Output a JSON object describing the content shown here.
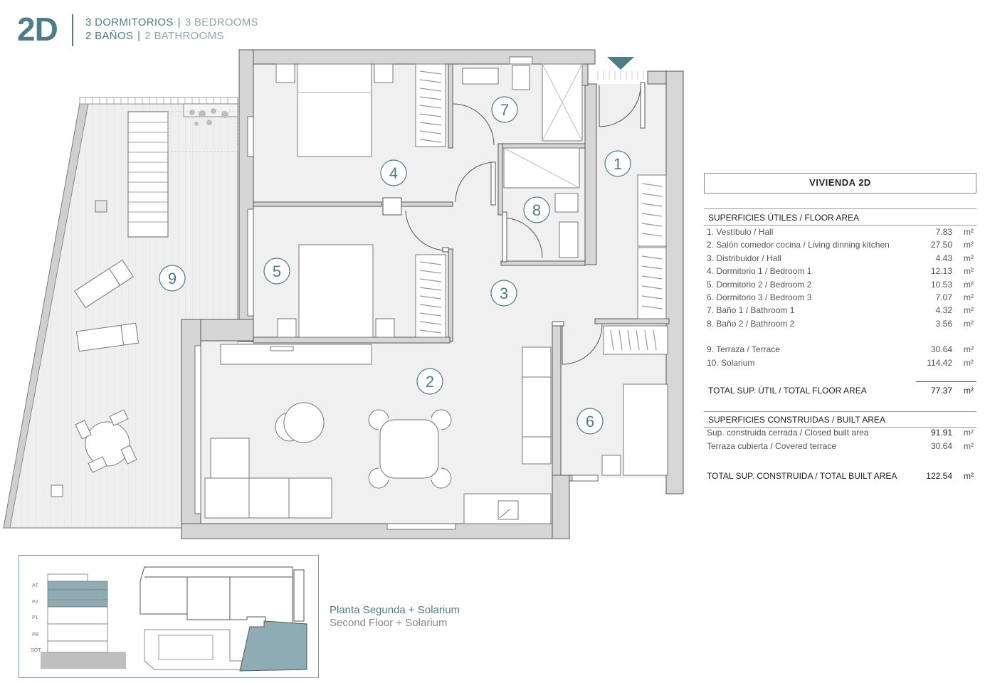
{
  "header": {
    "unit_code": "2D",
    "line1_es": "3 DORMITORIOS",
    "line1_en": "3 BEDROOMS",
    "line2_es": "2 BAÑOS",
    "line2_en": "2 BATHROOMS",
    "separator": "|"
  },
  "floorplan": {
    "room_labels": [
      "1",
      "2",
      "3",
      "4",
      "5",
      "6",
      "7",
      "8",
      "9"
    ]
  },
  "area_table": {
    "title": "VIVIENDA 2D",
    "floor_area_heading": "SUPERFICIES ÚTILES / FLOOR AREA",
    "unit": "m²",
    "rooms": [
      {
        "label": "1. Vestíbulo / Hall",
        "value": "7.83"
      },
      {
        "label": "2. Salón comedor cocina / Living dinning kitchen",
        "value": "27.50"
      },
      {
        "label": "3. Distribuidor / Hall",
        "value": "4.43"
      },
      {
        "label": "4. Dormitorio 1 / Bedroom 1",
        "value": "12.13"
      },
      {
        "label": "5. Dormitorio 2 / Bedroom 2",
        "value": "10.53"
      },
      {
        "label": "6. Dormitorio 3 / Bedroom 3",
        "value": "7.07"
      },
      {
        "label": "7. Baño 1 / Bathroom 1",
        "value": "4.32"
      },
      {
        "label": "8. Baño 2 / Bathroom 2",
        "value": "3.56"
      }
    ],
    "outdoor": [
      {
        "label": "9. Terraza / Terrace",
        "value": "30.64"
      },
      {
        "label": "10. Solarium",
        "value": "114.42"
      }
    ],
    "total_floor_label": "TOTAL SUP. ÚTIL / TOTAL FLOOR AREA",
    "total_floor_value": "77.37",
    "built_area_heading": "SUPERFICIES CONSTRUIDAS / BUILT AREA",
    "built": [
      {
        "label": "Sup. construida cerrada / Closed built area",
        "value": "91.91"
      },
      {
        "label": "Terraza cubierta / Covered terrace",
        "value": "30.64"
      }
    ],
    "total_built_label": "TOTAL SUP. CONSTRUIDA /  TOTAL BUILT AREA",
    "total_built_value": "122.54"
  },
  "location_key": {
    "floor_labels": [
      "ÁT.",
      "P2",
      "P1",
      "PB",
      "SÓT."
    ],
    "title_es": "Planta Segunda + Solarium",
    "title_en": "Second Floor + Solarium"
  },
  "colors": {
    "accent": "#4d7c8a",
    "highlight": "#8fabb4",
    "floor_fill": "#f0f0f0",
    "wall": "#c8c8c8",
    "outline": "#555555"
  }
}
